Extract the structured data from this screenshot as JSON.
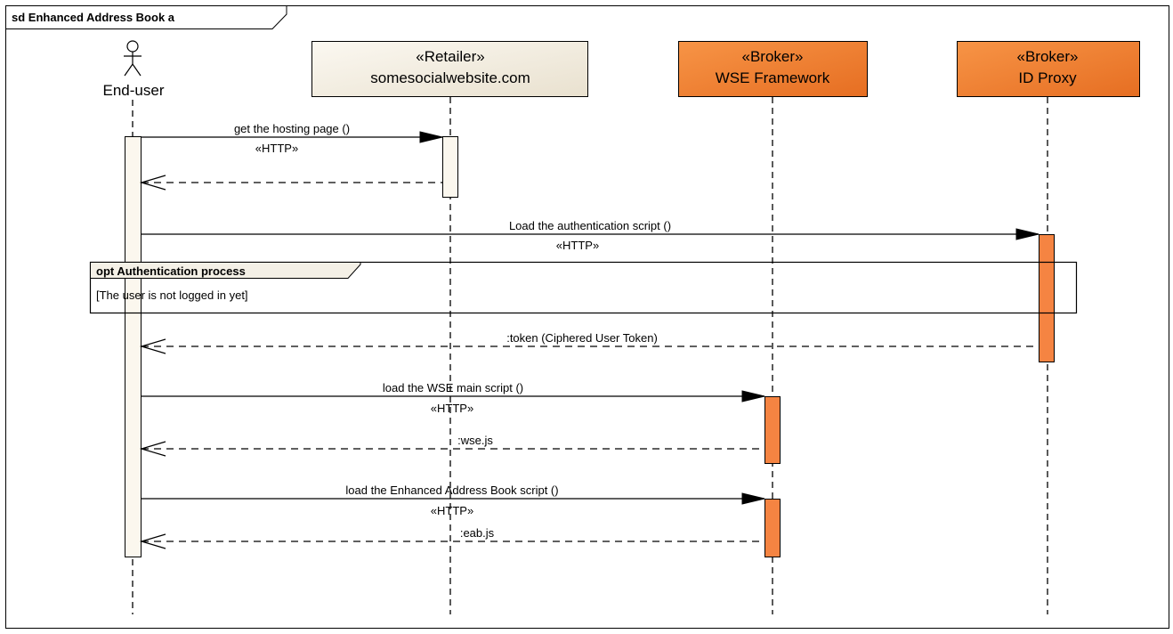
{
  "diagram": {
    "frame_title": "sd Enhanced Address Book a",
    "actor": {
      "name": "End-user"
    },
    "lifelines": [
      {
        "stereotype": "«Retailer»",
        "name": "somesocialwebsite.com",
        "kind": "retailer"
      },
      {
        "stereotype": "«Broker»",
        "name": "WSE Framework",
        "kind": "broker"
      },
      {
        "stereotype": "«Broker»",
        "name": "ID Proxy",
        "kind": "broker"
      }
    ],
    "messages": [
      {
        "label": "get the hosting page ()",
        "stereotype": "«HTTP»",
        "type": "call"
      },
      {
        "label": "",
        "stereotype": "",
        "type": "return"
      },
      {
        "label": "Load the authentication script ()",
        "stereotype": "«HTTP»",
        "type": "call"
      },
      {
        "label": ":token (Ciphered User Token)",
        "stereotype": "",
        "type": "return"
      },
      {
        "label": "load the WSE main script ()",
        "stereotype": "«HTTP»",
        "type": "call"
      },
      {
        "label": ":wse.js",
        "stereotype": "",
        "type": "return"
      },
      {
        "label": "load the Enhanced Address Book script ()",
        "stereotype": "«HTTP»",
        "type": "call"
      },
      {
        "label": ":eab.js",
        "stereotype": "",
        "type": "return"
      }
    ],
    "fragment": {
      "title": "opt Authentication process",
      "guard": "[The user is not logged in yet]"
    },
    "colors": {
      "retailer_fill": "#f3efe4",
      "broker_fill": "#f07f32",
      "activation_actor": "#fbf7ee",
      "activation_broker": "#f58442",
      "line": "#000000"
    }
  }
}
